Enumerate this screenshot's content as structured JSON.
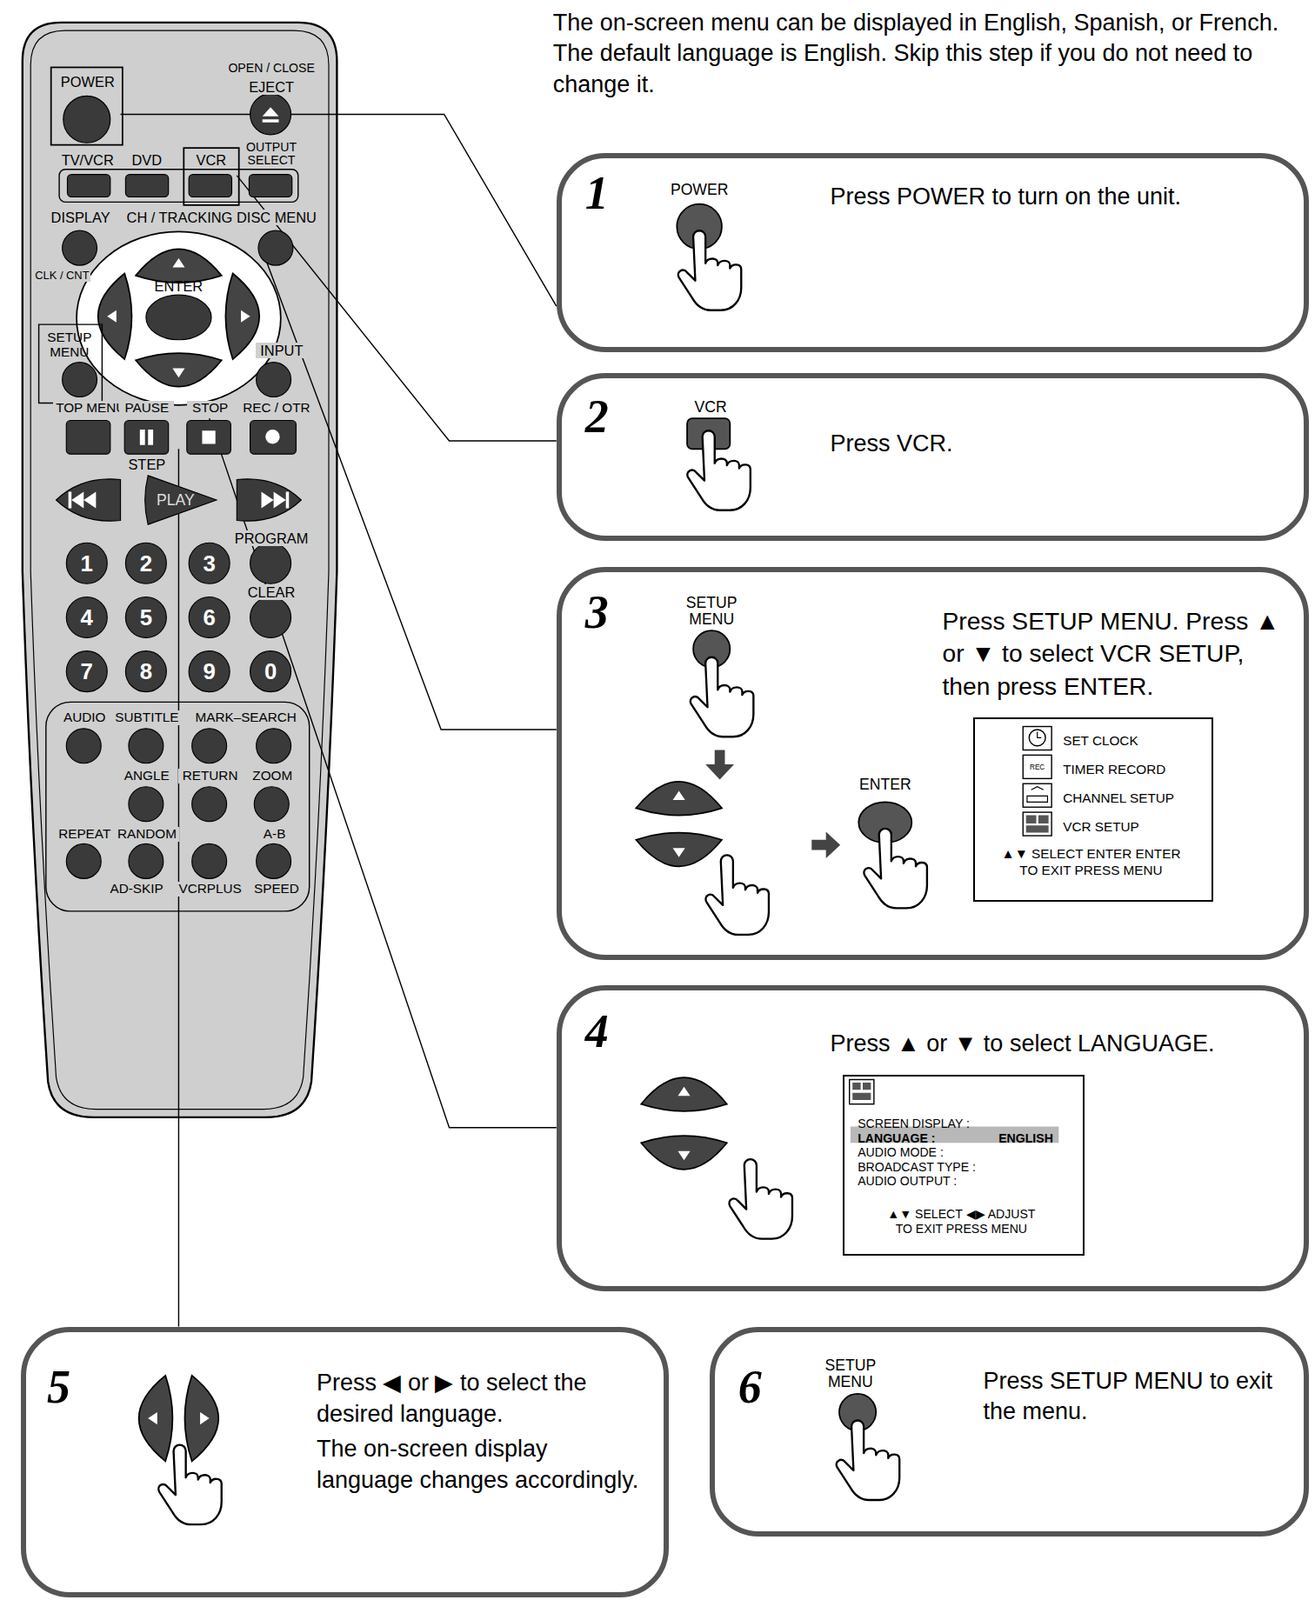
{
  "diagram": {
    "nodes": [
      {
        "text": [
          "1",
          "POWER",
          "Press POWER to turn on the unit."
        ]
      },
      {
        "text": [
          "2",
          "VCR",
          "Press VCR."
        ]
      },
      {
        "text": [
          "3",
          "SETUP MENU",
          "ENTER",
          "Press SETUP MENU. Press ▲ or ▼ to select VCR SETUP, then press ENTER."
        ]
      },
      {
        "text": [
          "SET CLOCK",
          "TIMER RECORD",
          "CHANNEL SETUP",
          "VCR SETUP",
          "▲▼ SELECT ENTER ENTER",
          "TO EXIT PRESS MENU"
        ],
        "in": 2
      },
      {
        "text": [
          "4",
          "Press ▲ or ▼ to select LANGUAGE."
        ]
      },
      {
        "text": [
          "SCREEN DISPLAY :",
          "LANGUAGE :",
          "ENGLISH",
          "AUDIO MODE :",
          "BROADCAST TYPE :",
          "AUDIO OUTPUT :",
          "▲▼ SELECT ◀▶ ADJUST",
          "TO EXIT PRESS MENU"
        ],
        "in": 4
      },
      {
        "text": [
          "5",
          "Press ◀ or ▶ to select the desired language.",
          "The on-screen display language changes accordingly."
        ]
      },
      {
        "text": [
          "6",
          "SETUP MENU",
          "Press SETUP MENU to exit the menu."
        ]
      }
    ],
    "labels": [
      "The on-screen menu can be displayed in English, Spanish, or French. The default language is English. Skip this step if you do not need to change it.",
      "POWER",
      "OPEN / CLOSE",
      "EJECT",
      "TV/VCR",
      "DVD",
      "VCR",
      "OUTPUT SELECT",
      "DISPLAY",
      "CH / TRACKING",
      "DISC MENU",
      "CLK / CNT",
      "ENTER",
      "SETUP MENU",
      "INPUT",
      "TOP MENU",
      "PAUSE",
      "STOP",
      "REC / OTR",
      "STEP",
      "PLAY",
      "PROGRAM",
      "1",
      "2",
      "3",
      "CLEAR",
      "4",
      "5",
      "6",
      "7",
      "8",
      "9",
      "0",
      "AUDIO",
      "SUBTITLE",
      "MARK–SEARCH",
      "ANGLE",
      "RETURN",
      "ZOOM",
      "REPEAT",
      "RANDOM",
      "A-B",
      "AD-SKIP",
      "VCRPLUS",
      "SPEED",
      "REC"
    ]
  }
}
